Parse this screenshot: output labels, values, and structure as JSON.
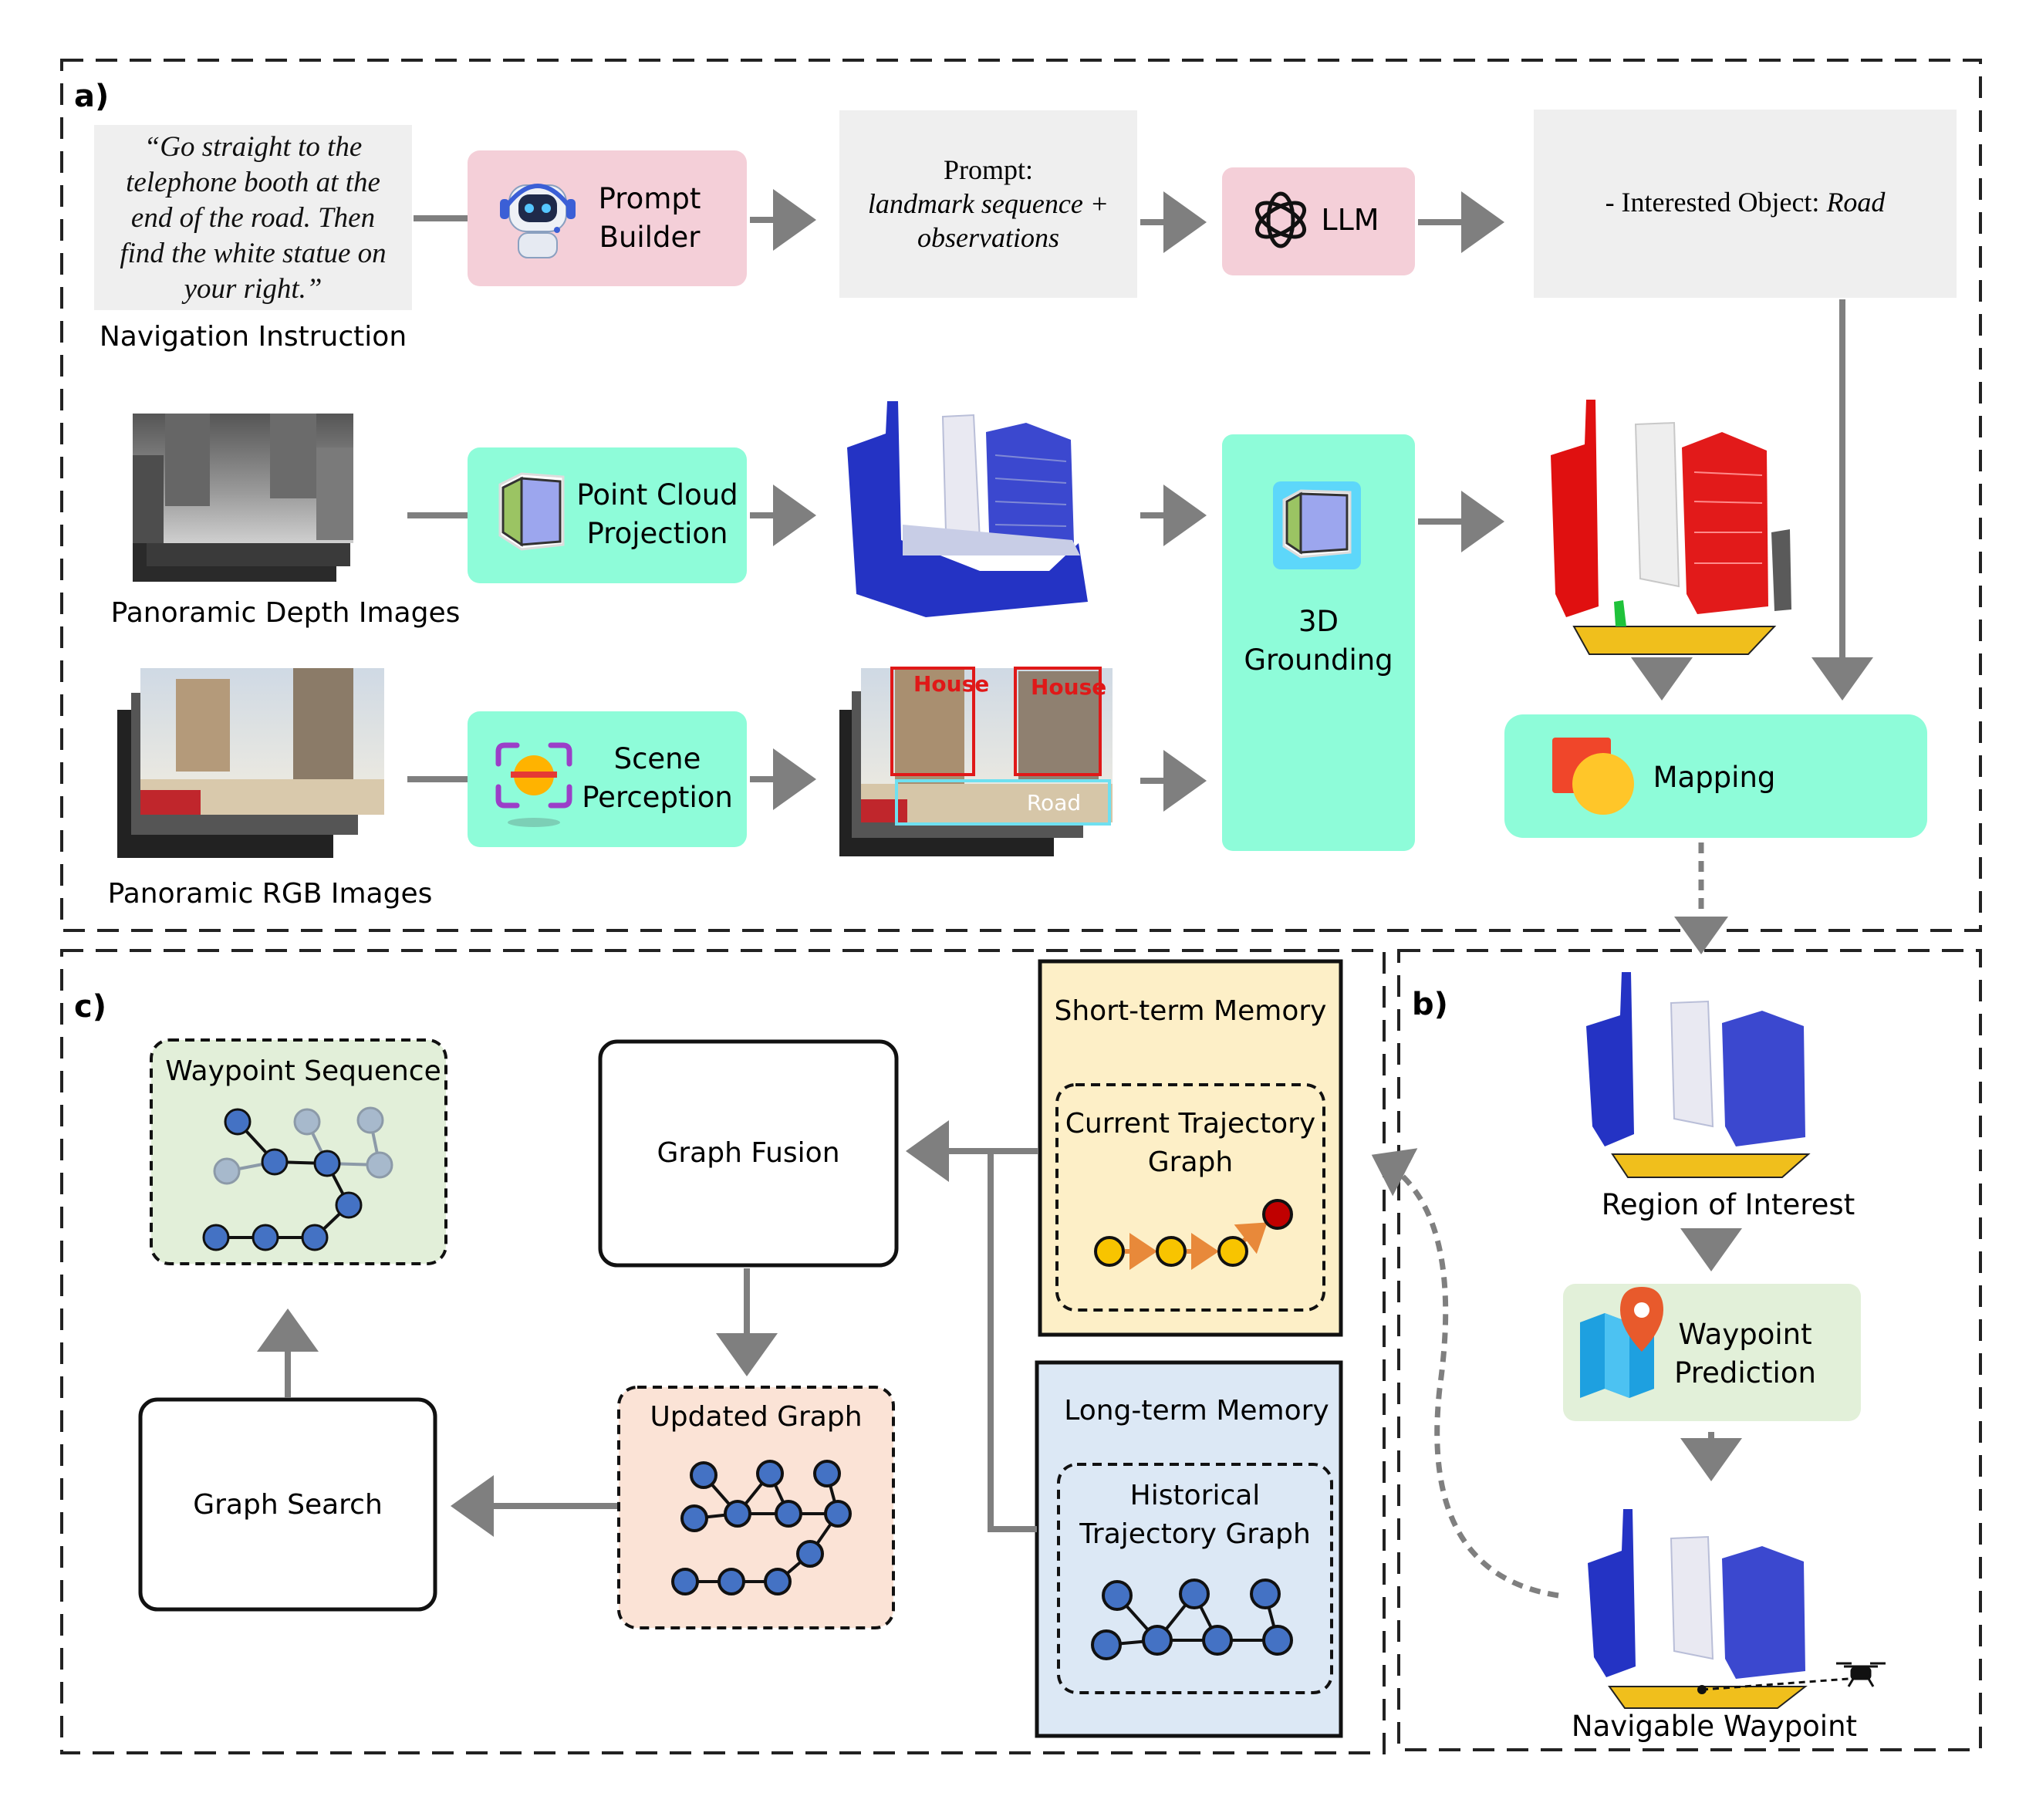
{
  "panels": {
    "a": "a)",
    "b": "b)",
    "c": "c)"
  },
  "instruction": {
    "lines": [
      "“Go straight to the",
      "telephone booth at the",
      "end of the road. Then",
      "find the white statue on",
      "your right.”"
    ],
    "caption": "Navigation Instruction"
  },
  "prompt_builder": [
    "Prompt",
    "Builder"
  ],
  "prompt_box": [
    "Prompt:",
    "landmark sequence +",
    "observations"
  ],
  "llm": "LLM",
  "interested_object": {
    "prefix": "- Interested Object: ",
    "value": "Road"
  },
  "depth_caption": "Panoramic Depth Images",
  "rgb_caption": "Panoramic RGB Images",
  "point_cloud_projection": [
    "Point Cloud",
    "Projection"
  ],
  "scene_perception": [
    "Scene",
    "Perception"
  ],
  "detections": [
    "House",
    "House",
    "Road"
  ],
  "grounding": [
    "3D",
    "Grounding"
  ],
  "mapping": "Mapping",
  "region_of_interest": "Region of Interest",
  "waypoint_prediction": [
    "Waypoint",
    "Prediction"
  ],
  "navigable_waypoint": "Navigable Waypoint",
  "short_term_memory": "Short-term Memory",
  "current_trajectory_graph": [
    "Current Trajectory",
    "Graph"
  ],
  "long_term_memory": "Long-term Memory",
  "historical_trajectory_graph": [
    "Historical",
    "Trajectory Graph"
  ],
  "graph_fusion": "Graph Fusion",
  "updated_graph": "Updated Graph",
  "graph_search": "Graph Search",
  "waypoint_sequence": "Waypoint Sequence",
  "colors": {
    "teal_box": "#8efcd9",
    "pink_box": "#f4cfd8",
    "gray_box": "#efefef",
    "light_green_box": "#e2f0d9",
    "short_term_fill": "#fdefc7",
    "long_term_fill": "#dce8f5",
    "updated_graph_fill": "#fbe3d6",
    "waypoint_seq_fill": "#e2efd9",
    "arrow_gray": "#7f7f7f",
    "node_blue": "#4472c4",
    "node_yellow": "#f8c400",
    "node_red": "#c00000"
  }
}
